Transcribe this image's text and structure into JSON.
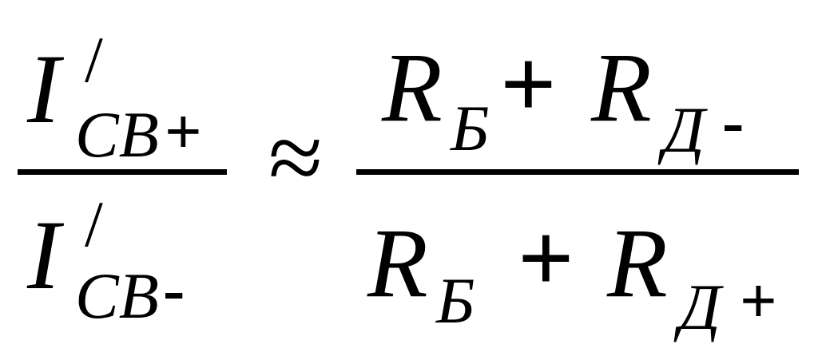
{
  "formula": {
    "left": {
      "numerator": {
        "symbol": "I",
        "prime": "/",
        "subscript": "CB",
        "sign": "+"
      },
      "denominator": {
        "symbol": "I",
        "prime": "/",
        "subscript": "CB",
        "sign": "-"
      }
    },
    "relation": "≈",
    "right": {
      "numerator": {
        "term1_symbol": "R",
        "term1_subscript": "Б",
        "operator": "+",
        "term2_symbol": "R",
        "term2_subscript": "Д",
        "term2_sign": "-"
      },
      "denominator": {
        "term1_symbol": "R",
        "term1_subscript": "Б",
        "operator": "+",
        "term2_symbol": "R",
        "term2_subscript": "Д",
        "term2_sign": "+"
      }
    }
  }
}
